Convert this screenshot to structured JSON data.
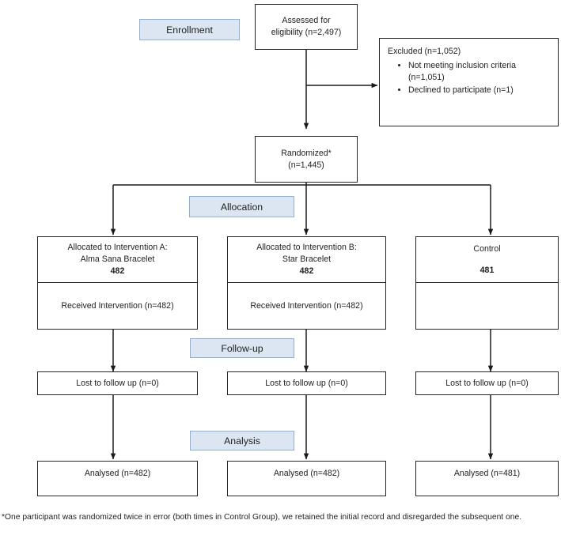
{
  "diagram": {
    "title": "CONSORT participant flow diagram",
    "accent_blue_fill": "#dce6f2",
    "accent_blue_border": "#8db0d9",
    "box_border": "#262626",
    "background": "#ffffff"
  },
  "stages": {
    "enrollment": "Enrollment",
    "allocation": "Allocation",
    "followup": "Follow-up",
    "analysis": "Analysis"
  },
  "enrollment": {
    "assessed": {
      "line1": "Assessed for",
      "line2": "eligibility (n=2,497)"
    },
    "excluded": {
      "heading": "Excluded (n=1,052)",
      "reasons": [
        "Not meeting inclusion criteria (n=1,051)",
        "Declined to participate (n=1)"
      ]
    },
    "randomized": {
      "line1": "Randomized*",
      "line2": "(n=1,445)"
    }
  },
  "allocation": {
    "arms": [
      {
        "heading": "Allocated to Intervention A:",
        "subheading": "Alma Sana Bracelet",
        "count": "482",
        "received": "Received Intervention (n=482)"
      },
      {
        "heading": "Allocated to Intervention B:",
        "subheading": "Star Bracelet",
        "count": "482",
        "received": "Received Intervention (n=482)"
      },
      {
        "heading": "Control",
        "subheading": "",
        "count": "481",
        "received": ""
      }
    ]
  },
  "followup": {
    "arms": [
      "Lost to follow up (n=0)",
      "Lost to follow up (n=0)",
      "Lost to follow up (n=0)"
    ]
  },
  "analysis": {
    "arms": [
      "Analysed (n=482)",
      "Analysed (n=482)",
      "Analysed (n=481)"
    ]
  },
  "footnote": {
    "text": "*One participant was randomized twice in error (both times in Control Group), we retained the initial record and disregarded the subsequent one."
  }
}
